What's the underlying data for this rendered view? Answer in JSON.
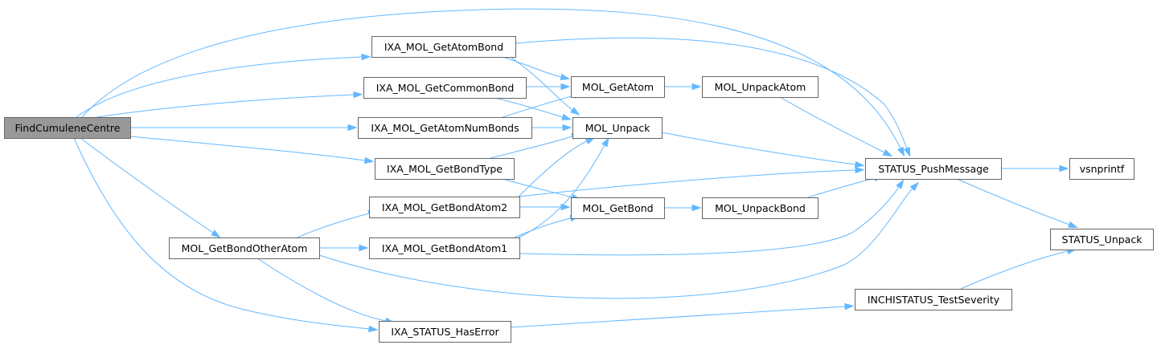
{
  "diagram": {
    "nodes": [
      {
        "id": "FindCumuleneCentre",
        "label": "FindCumuleneCentre",
        "root": true
      },
      {
        "id": "IXA_MOL_GetAtomBond",
        "label": "IXA_MOL_GetAtomBond"
      },
      {
        "id": "IXA_MOL_GetCommonBond",
        "label": "IXA_MOL_GetCommonBond"
      },
      {
        "id": "IXA_MOL_GetAtomNumBonds",
        "label": "IXA_MOL_GetAtomNumBonds"
      },
      {
        "id": "IXA_MOL_GetBondType",
        "label": "IXA_MOL_GetBondType"
      },
      {
        "id": "IXA_MOL_GetBondAtom2",
        "label": "IXA_MOL_GetBondAtom2"
      },
      {
        "id": "IXA_MOL_GetBondAtom1",
        "label": "IXA_MOL_GetBondAtom1"
      },
      {
        "id": "MOL_GetBondOtherAtom",
        "label": "MOL_GetBondOtherAtom"
      },
      {
        "id": "IXA_STATUS_HasError",
        "label": "IXA_STATUS_HasError"
      },
      {
        "id": "MOL_GetAtom",
        "label": "MOL_GetAtom"
      },
      {
        "id": "MOL_Unpack",
        "label": "MOL_Unpack"
      },
      {
        "id": "MOL_GetBond",
        "label": "MOL_GetBond"
      },
      {
        "id": "MOL_UnpackAtom",
        "label": "MOL_UnpackAtom"
      },
      {
        "id": "MOL_UnpackBond",
        "label": "MOL_UnpackBond"
      },
      {
        "id": "STATUS_PushMessage",
        "label": "STATUS_PushMessage"
      },
      {
        "id": "INCHISTATUS_TestSeverity",
        "label": "INCHISTATUS_TestSeverity"
      },
      {
        "id": "vsnprintf",
        "label": "vsnprintf"
      },
      {
        "id": "STATUS_Unpack",
        "label": "STATUS_Unpack"
      }
    ],
    "edges": [
      {
        "from": "FindCumuleneCentre",
        "to": "IXA_MOL_GetAtomBond"
      },
      {
        "from": "FindCumuleneCentre",
        "to": "IXA_MOL_GetCommonBond"
      },
      {
        "from": "FindCumuleneCentre",
        "to": "IXA_MOL_GetAtomNumBonds"
      },
      {
        "from": "FindCumuleneCentre",
        "to": "IXA_MOL_GetBondType"
      },
      {
        "from": "FindCumuleneCentre",
        "to": "MOL_GetBondOtherAtom"
      },
      {
        "from": "FindCumuleneCentre",
        "to": "IXA_STATUS_HasError"
      },
      {
        "from": "FindCumuleneCentre",
        "to": "STATUS_PushMessage"
      },
      {
        "from": "IXA_MOL_GetAtomBond",
        "to": "MOL_GetAtom"
      },
      {
        "from": "IXA_MOL_GetAtomBond",
        "to": "MOL_Unpack"
      },
      {
        "from": "IXA_MOL_GetAtomBond",
        "to": "STATUS_PushMessage"
      },
      {
        "from": "IXA_MOL_GetCommonBond",
        "to": "MOL_GetAtom"
      },
      {
        "from": "IXA_MOL_GetCommonBond",
        "to": "MOL_Unpack"
      },
      {
        "from": "IXA_MOL_GetAtomNumBonds",
        "to": "MOL_GetAtom"
      },
      {
        "from": "IXA_MOL_GetAtomNumBonds",
        "to": "MOL_Unpack"
      },
      {
        "from": "IXA_MOL_GetBondType",
        "to": "MOL_Unpack"
      },
      {
        "from": "IXA_MOL_GetBondType",
        "to": "MOL_GetBond"
      },
      {
        "from": "MOL_GetBondOtherAtom",
        "to": "IXA_MOL_GetBondAtom2"
      },
      {
        "from": "MOL_GetBondOtherAtom",
        "to": "IXA_MOL_GetBondAtom1"
      },
      {
        "from": "MOL_GetBondOtherAtom",
        "to": "IXA_STATUS_HasError"
      },
      {
        "from": "MOL_GetBondOtherAtom",
        "to": "STATUS_PushMessage"
      },
      {
        "from": "IXA_MOL_GetBondAtom2",
        "to": "MOL_Unpack"
      },
      {
        "from": "IXA_MOL_GetBondAtom2",
        "to": "MOL_GetBond"
      },
      {
        "from": "IXA_MOL_GetBondAtom2",
        "to": "STATUS_PushMessage"
      },
      {
        "from": "IXA_MOL_GetBondAtom1",
        "to": "MOL_Unpack"
      },
      {
        "from": "IXA_MOL_GetBondAtom1",
        "to": "MOL_GetBond"
      },
      {
        "from": "IXA_MOL_GetBondAtom1",
        "to": "STATUS_PushMessage"
      },
      {
        "from": "IXA_STATUS_HasError",
        "to": "INCHISTATUS_TestSeverity"
      },
      {
        "from": "MOL_GetAtom",
        "to": "MOL_UnpackAtom"
      },
      {
        "from": "MOL_GetBond",
        "to": "MOL_UnpackBond"
      },
      {
        "from": "MOL_Unpack",
        "to": "STATUS_PushMessage"
      },
      {
        "from": "MOL_UnpackAtom",
        "to": "STATUS_PushMessage"
      },
      {
        "from": "MOL_UnpackBond",
        "to": "STATUS_PushMessage"
      },
      {
        "from": "STATUS_PushMessage",
        "to": "vsnprintf"
      },
      {
        "from": "STATUS_PushMessage",
        "to": "STATUS_Unpack"
      },
      {
        "from": "INCHISTATUS_TestSeverity",
        "to": "STATUS_Unpack"
      }
    ],
    "colors": {
      "edge": "#63b8ff",
      "node_border": "#666666",
      "root_fill": "#999999",
      "node_fill": "#ffffff"
    }
  }
}
